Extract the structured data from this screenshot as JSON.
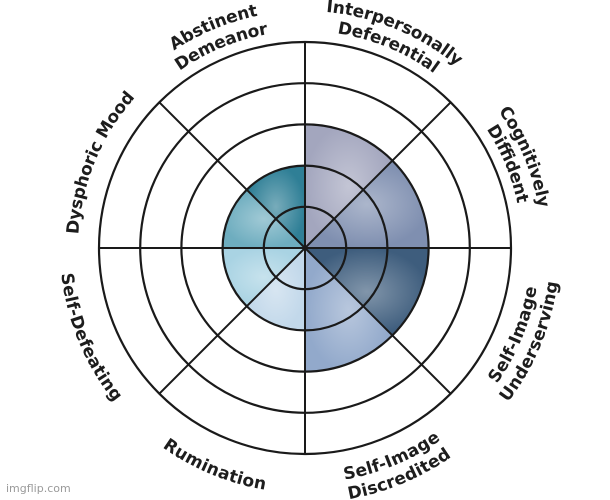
{
  "chart_data": {
    "type": "polar-area",
    "categories": [
      [
        "Interpersonally",
        "Deferential"
      ],
      [
        "Cognitively",
        "Diffident"
      ],
      [
        "Underserving",
        "Self-Image"
      ],
      [
        "Discredited",
        "Self-Image"
      ],
      [
        "Rumination"
      ],
      [
        "Self-Defeating"
      ],
      [
        "Dysphoric Mood"
      ],
      [
        "Abstinent",
        "Demeanor"
      ]
    ],
    "values": [
      3,
      3,
      3,
      3,
      2,
      2,
      2,
      2
    ],
    "rlim": [
      0,
      5
    ],
    "rings": [
      1,
      2,
      3,
      4,
      5
    ],
    "colors": [
      "#a3a6be",
      "#7f8fb0",
      "#3e5d7d",
      "#92a9cb",
      "#c2d8ea",
      "#a9d3e3",
      "#6eadbf",
      "#2f7f96"
    ]
  },
  "watermark": "imgflip.com"
}
